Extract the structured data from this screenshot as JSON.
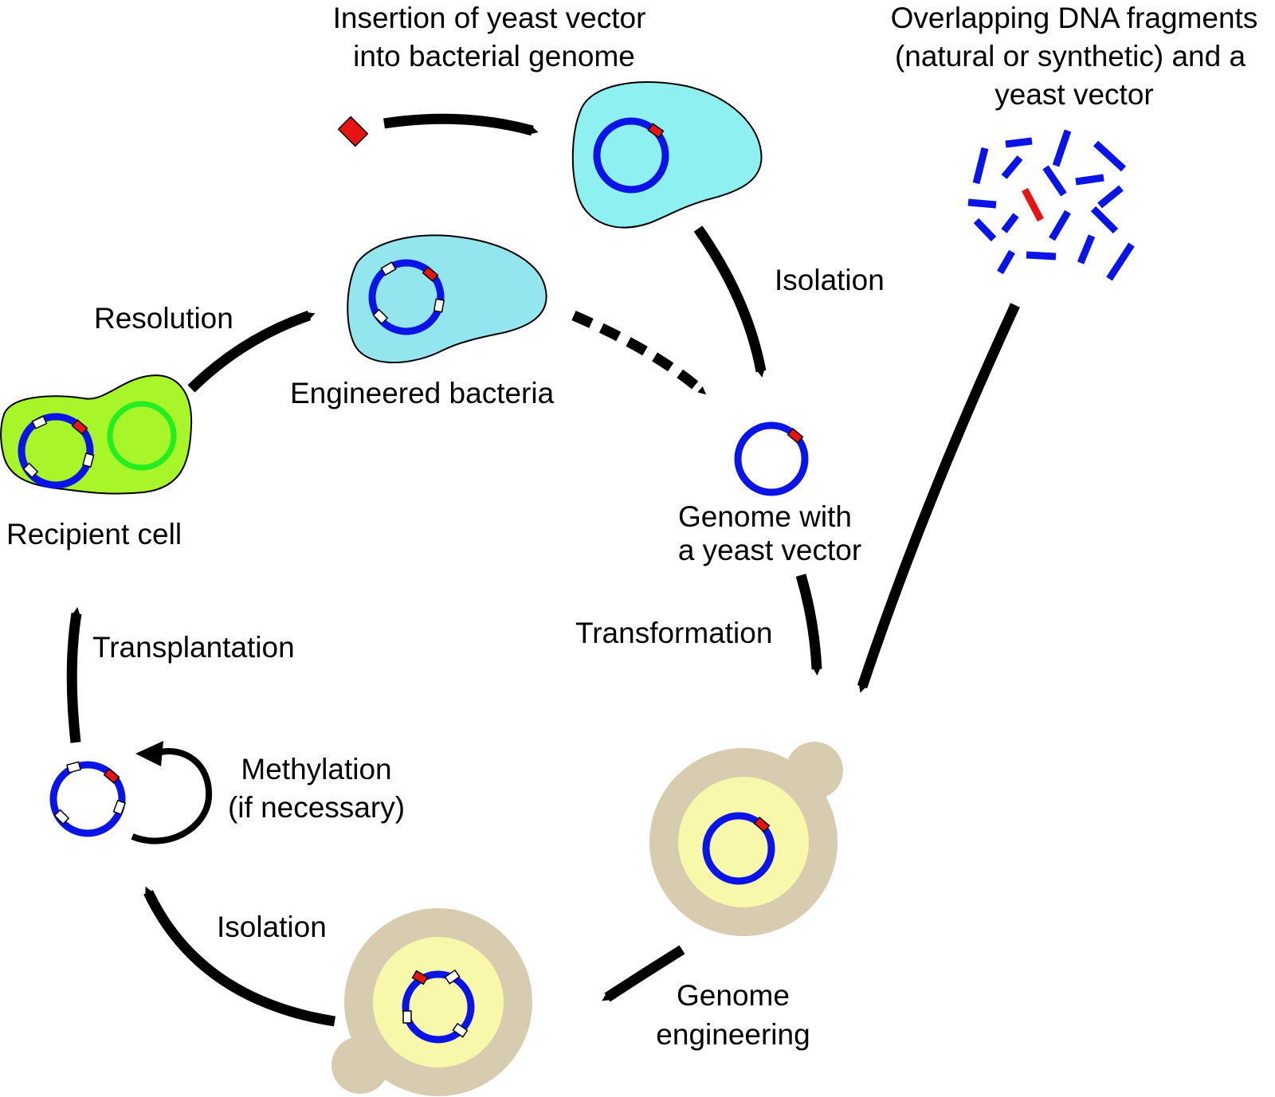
{
  "labels": {
    "insertion": [
      "Insertion of yeast vector",
      "into bacterial genome"
    ],
    "fragments": [
      "Overlapping DNA fragments",
      "(natural or synthetic) and a",
      "yeast vector"
    ],
    "isolation_top": "Isolation",
    "resolution": "Resolution",
    "engineered_bacteria": "Engineered bacteria",
    "recipient_cell": "Recipient cell",
    "genome_with_vector": [
      "Genome with",
      "a yeast vector"
    ],
    "transformation": "Transformation",
    "transplantation": "Transplantation",
    "methylation": [
      "Methylation",
      "(if necessary)"
    ],
    "isolation_bottom": "Isolation",
    "genome_engineering": [
      "Genome",
      "engineering"
    ]
  },
  "colors": {
    "dna": "#0a14e6",
    "vector": "#e61414",
    "bacteria": "#8ef0f0",
    "bacteria_engineered": "#94e6ee",
    "recipient_cell": "#a8f52a",
    "recipient_ring": "#22ee22",
    "yeast_wall": "#d8ccb0",
    "yeast_cytoplasm": "#f8f8aa",
    "arrow": "#000000"
  }
}
